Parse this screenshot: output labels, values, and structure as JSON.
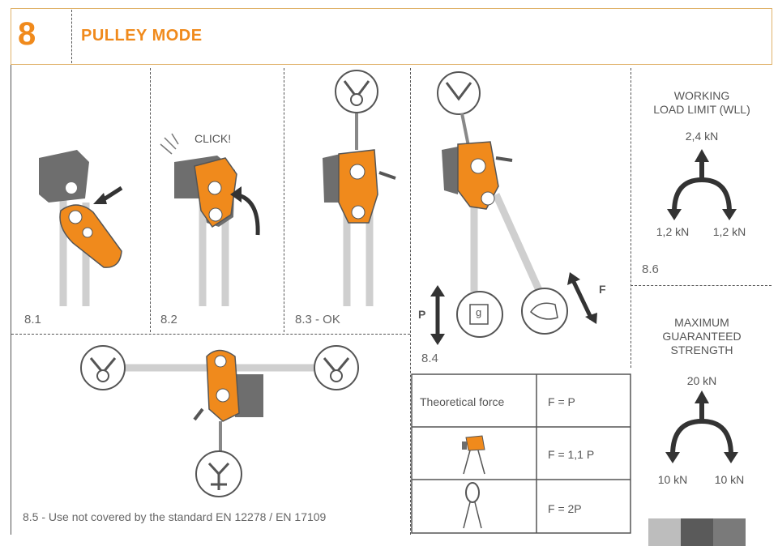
{
  "section": {
    "number": "8",
    "title": "PULLEY MODE"
  },
  "steps": {
    "s81": "8.1",
    "s82": "8.2",
    "s82_click": "CLICK!",
    "s83": "8.3 - OK",
    "s84": "8.4",
    "s85": "8.5 - Use not covered by the standard EN 12278 / EN 17109",
    "s86": "8.6"
  },
  "force_labels": {
    "p": "P",
    "f": "F",
    "weight": "g"
  },
  "table": {
    "row1_label": "Theoretical force",
    "row1_value": "F = P",
    "row2_value": "F = 1,1 P",
    "row3_value": "F = 2P"
  },
  "wll": {
    "title_line1": "WORKING",
    "title_line2": "LOAD LIMIT (WLL)",
    "top": "2,4 kN",
    "left": "1,2 kN",
    "right": "1,2 kN"
  },
  "mgs": {
    "title_line1": "MAXIMUM",
    "title_line2": "GUARANTEED",
    "title_line3": "STRENGTH",
    "top": "20 kN",
    "left": "10 kN",
    "right": "10 kN"
  },
  "colors": {
    "accent": "#f08a1c",
    "border": "#e0b26a",
    "device_gray": "#6e6e6e"
  }
}
